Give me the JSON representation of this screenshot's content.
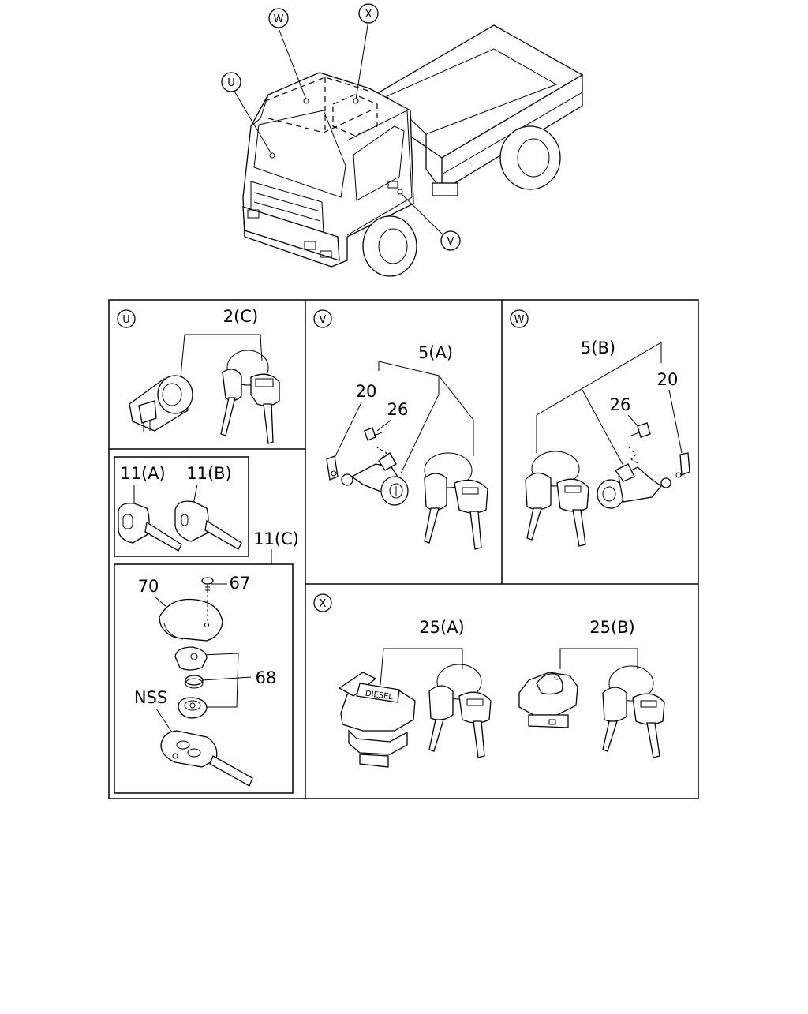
{
  "callouts": {
    "u": "U",
    "v": "V",
    "w": "W",
    "x": "X"
  },
  "labels": {
    "ignition_set": "2(C)",
    "door_lock_right": "5(A)",
    "door_lock_left": "5(B)",
    "rod_clip_right": "20",
    "rod_clip_left": "20",
    "screw_right": "26",
    "screw_left": "26",
    "key_a": "11(A)",
    "key_b": "11(B)",
    "key_c": "11(C)",
    "cover": "70",
    "cover_screw": "67",
    "transponder_parts": "68",
    "nss": "NSS",
    "fuel_cap_a": "25(A)",
    "fuel_cap_b": "25(B)"
  },
  "cap_text": "DIESEL"
}
